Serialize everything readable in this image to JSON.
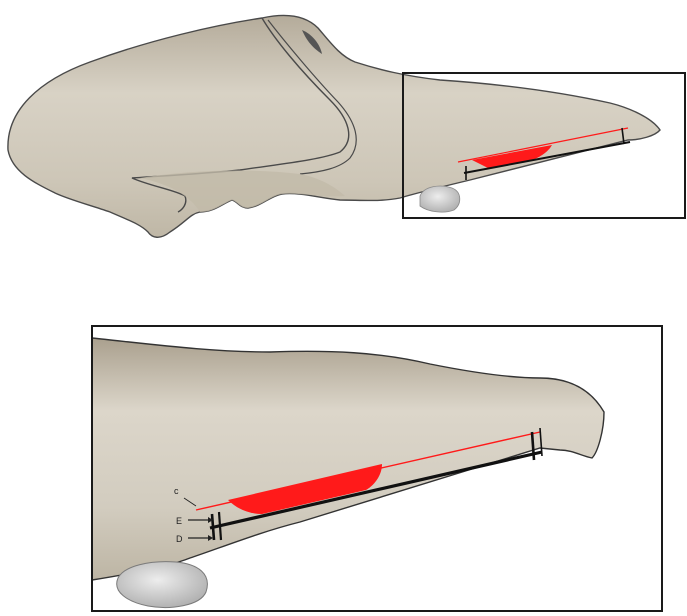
{
  "figure": {
    "overview_panel": {
      "skull_fill": "#cfc8b9",
      "skull_shadow": "#b9b1a0",
      "outline_color": "#4a4a4a"
    },
    "detail_panel": {
      "labels": {
        "c_label": "c",
        "e_label": "E",
        "d_label": "D"
      }
    },
    "colors": {
      "highlight_red": "#ff1a1a",
      "measure_black": "#111111",
      "frame_black": "#1a1a1a",
      "fossil_gray": "#c9c9c9"
    }
  }
}
